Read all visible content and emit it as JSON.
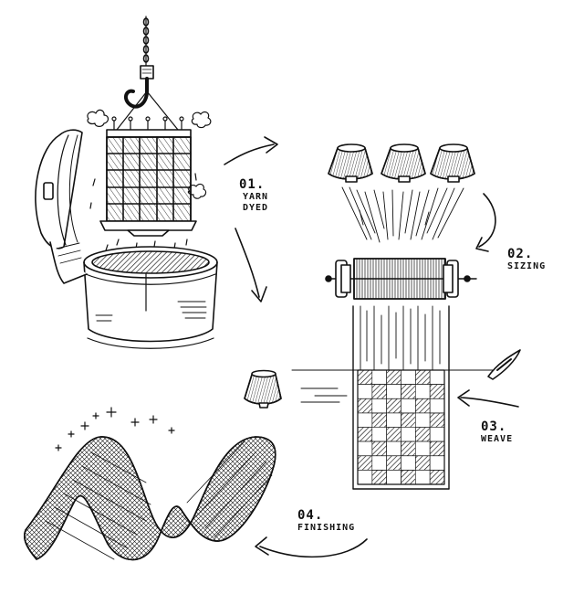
{
  "steps": [
    {
      "number": "01.",
      "lines": [
        "YARN",
        "DYED"
      ]
    },
    {
      "number": "02.",
      "lines": [
        "SIZING"
      ]
    },
    {
      "number": "03.",
      "lines": [
        "WEAVE"
      ]
    },
    {
      "number": "04.",
      "lines": [
        "FINISHING"
      ]
    }
  ],
  "colors": {
    "ink": "#111111",
    "paper": "#ffffff"
  }
}
